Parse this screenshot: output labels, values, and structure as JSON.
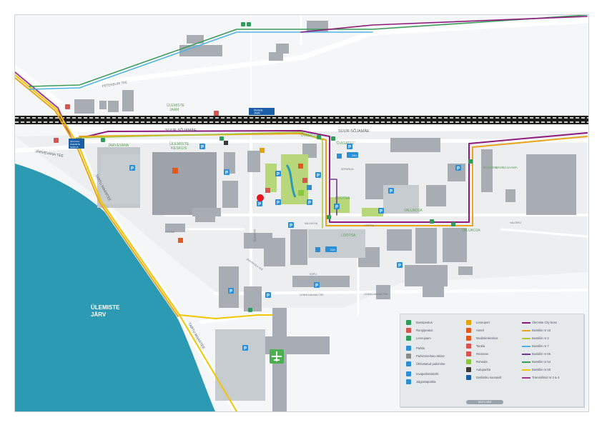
{
  "map": {
    "place_labels": {
      "lake": [
        "ÜLEMISTE",
        "JÄRV"
      ],
      "station": [
        "ÜLEMISTE",
        "JAAM"
      ],
      "centre": [
        "ÜLEMISTE",
        "KESKUS"
      ],
      "jarvevana_block": "JÄRVEVANA",
      "kasarmu": "KASARMU",
      "ovigatel_1": "\"ÕVIGATEL\"",
      "ovigatel_2": "\"ÕVIGATEL\"",
      "lootsa_1": "LOOTSA",
      "lootsa_2": "LOOTSA",
      "valukoja_1": "VALUKOJA",
      "valukoja_2": "VALUKOJA",
      "kambajaama": "KAMBAJAAMA"
    },
    "road_labels": {
      "peterburi": "PETERBURI TEE",
      "suur_sojamae_west": "SUUR-SÕJAMÄE",
      "suur_sojamae_east": "SUUR-SÕJAMÄE",
      "jarvevana": "JÄRVEVANA TEE",
      "tartu_1": "TARTU MAANTEE",
      "tartu_2": "TARTU MAANTEE",
      "lennujaama_1": "LENNUJAAMA TEE",
      "lennujaama_2": "LENNUJAAMA TEE",
      "valukoja_st": "VALUKOJA",
      "sepapaja": "SEPAPAJA",
      "kopli": "KOPLI",
      "valdeku": "VALDEKU",
      "hasabi": "HASABI",
      "lootsa_st": "LOOTSA",
      "ulemiste_st": "ÜLEMISTE",
      "jarvekula": "JÄRVEKÜLA TEE"
    },
    "signs": {
      "station_sign": [
        "Ülemiste",
        "JAAM"
      ],
      "junction_sign": [
        "Järvevana",
        "ÜLEMISTE",
        "KESKUS"
      ],
      "time_badge_1": "24h",
      "time_badge_2": "24h"
    },
    "marker": {
      "color": "#e8141e",
      "meaning": "current-location"
    }
  },
  "legend": {
    "columns": [
      [
        {
          "icon": "bus-stop-icon",
          "color": "#2d9e5a",
          "label": "Bussipeatus"
        },
        {
          "icon": "train-stop-icon",
          "color": "#d9534f",
          "label": "Rongipeatus"
        },
        {
          "icon": "tram-stop-icon",
          "color": "#2d9e5a",
          "label": "Lennujaam"
        },
        {
          "icon": "parking-icon",
          "color": "#2b8fd6",
          "label": "Parkla",
          "gap": true
        },
        {
          "icon": "paid-parking-icon",
          "color": "#8a8a8a",
          "label": "Parkimine/tasu täitise"
        },
        {
          "icon": "time-limit-icon",
          "color": "#2b8fd6",
          "label": "Ühtlustatud parkimine"
        },
        {
          "icon": "wheelchair-icon",
          "color": "#2b8fd6",
          "label": "Invaparkimiskoht",
          "gap": true
        },
        {
          "icon": "bicycle-icon",
          "color": "#2b8fd6",
          "label": "Jalgrattaparkla"
        }
      ],
      [
        {
          "icon": "atm-icon",
          "color": "#e0a500",
          "label": "Lennuport"
        },
        {
          "icon": "hotel-icon",
          "color": "#e05a20",
          "label": "Hotell"
        },
        {
          "icon": "medical-icon",
          "color": "#e05a20",
          "label": "Meditsiinikeskus"
        },
        {
          "icon": "fuel-icon",
          "color": "#d9534f",
          "label": "Tankla"
        },
        {
          "icon": "restaurant-icon",
          "color": "#d9534f",
          "label": "Restoran"
        },
        {
          "icon": "greenery-icon",
          "color": "#8cc63f",
          "label": "Rohealа"
        },
        {
          "icon": "car-rental-icon",
          "color": "#3a3a3a",
          "label": "Autoparkla"
        },
        {
          "icon": "direction-sign-icon",
          "color": "#1a5ea8",
          "label": "Eesliiniku suunaviit"
        }
      ],
      [
        {
          "color": "#8e1b7b",
          "label": "Ülemiste City buss"
        },
        {
          "color": "#e8a51c",
          "label": "Bussiliin nr 15"
        },
        {
          "color": "#a7c93a",
          "label": "Bussiliin nr 2"
        },
        {
          "color": "#4eb3e5",
          "label": "Bussiliin nr 7"
        },
        {
          "color": "#6e3a94",
          "label": "Bussiliin nr 65"
        },
        {
          "color": "#3b9c5a",
          "label": "Bussiliin nr 54"
        },
        {
          "color": "#f2c500",
          "label": "Bussiliin nr 65"
        },
        {
          "color": "#a23b8e",
          "label": "Trammiliinid nr 2 & 4"
        }
      ]
    ],
    "button_label": "TARTU MNT"
  },
  "colors": {
    "water": "#2c9ab3",
    "building": "#a7adb2",
    "building_dark": "#8b9197",
    "road": "#ffffff",
    "road_edge": "#d9dde0",
    "ground": "#eceef0",
    "green": "#b7d77a",
    "rail": "#1d1d1b"
  }
}
